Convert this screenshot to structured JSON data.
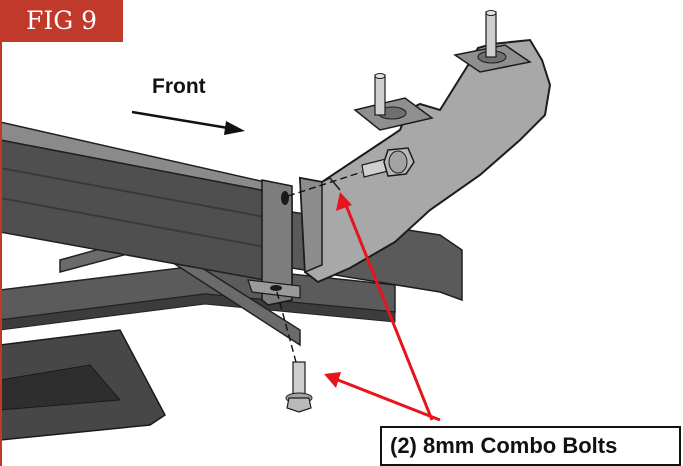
{
  "figure": {
    "tag": "FIG 9",
    "tag_color": "#c0392b"
  },
  "labels": {
    "front": "Front",
    "callout": "(2) 8mm Combo Bolts"
  },
  "colors": {
    "frame_dark": "#4d4d4d",
    "frame_mid": "#6e6e6e",
    "bracket": "#a8a8a8",
    "arrow_red": "#e8141c"
  }
}
